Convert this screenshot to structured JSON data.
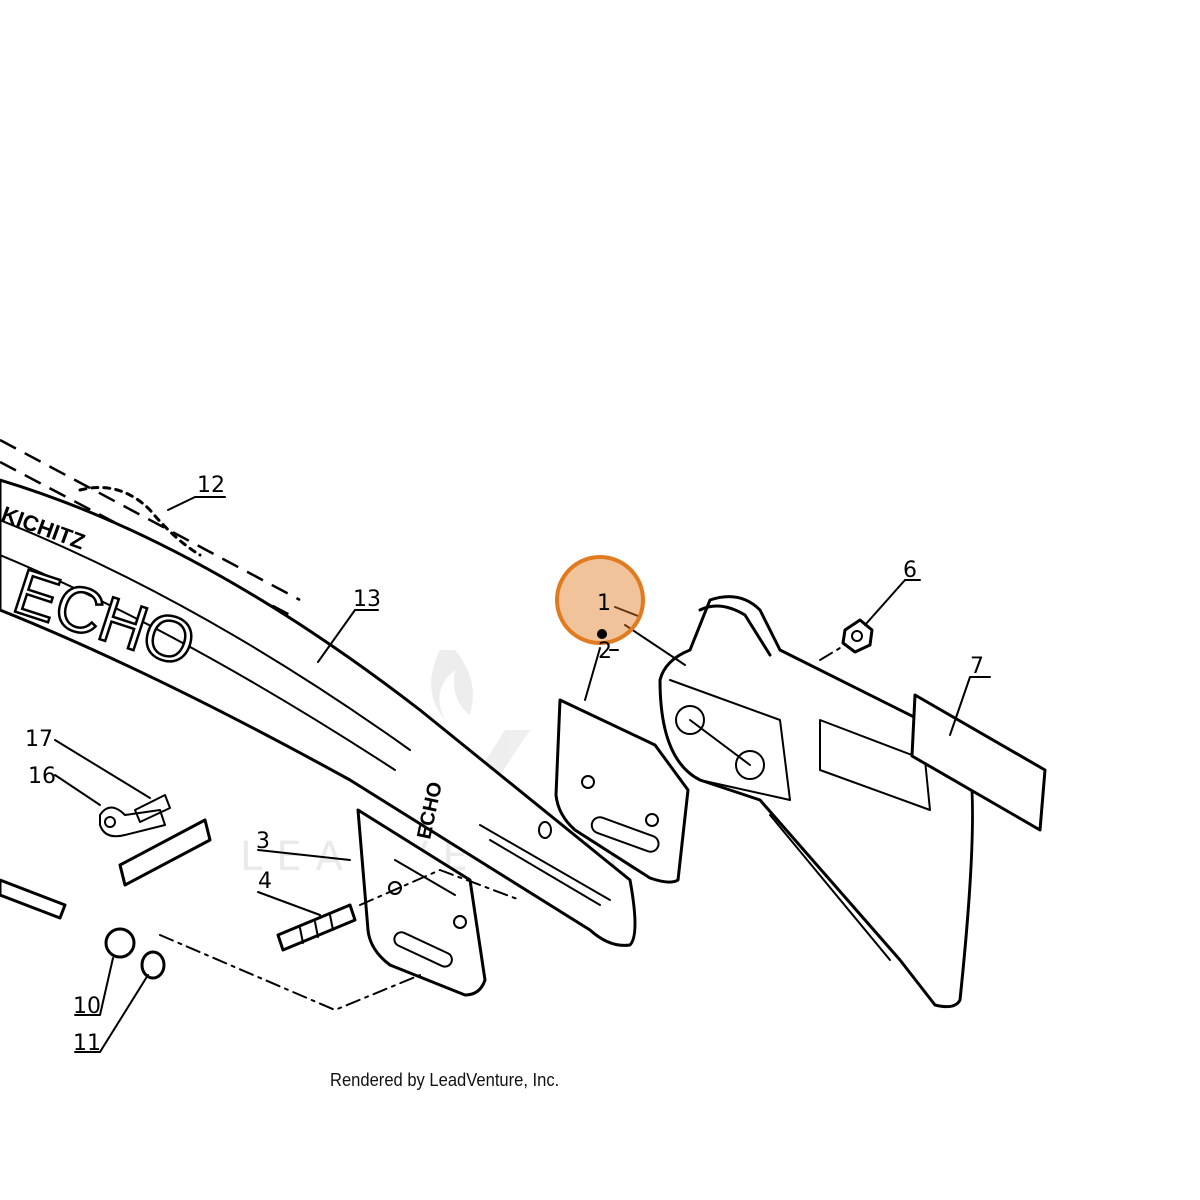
{
  "diagram": {
    "part_numbers": [
      "1",
      "2",
      "3",
      "4",
      "6",
      "7",
      "10",
      "11",
      "12",
      "13",
      "16",
      "17"
    ],
    "brand_text": [
      "ECHO",
      "ECHO",
      "KICHITZ"
    ],
    "highlight_color": "#e07b1f",
    "watermark_text": "LEADVENTURE"
  },
  "footer": {
    "credit": "Rendered by LeadVenture, Inc."
  }
}
